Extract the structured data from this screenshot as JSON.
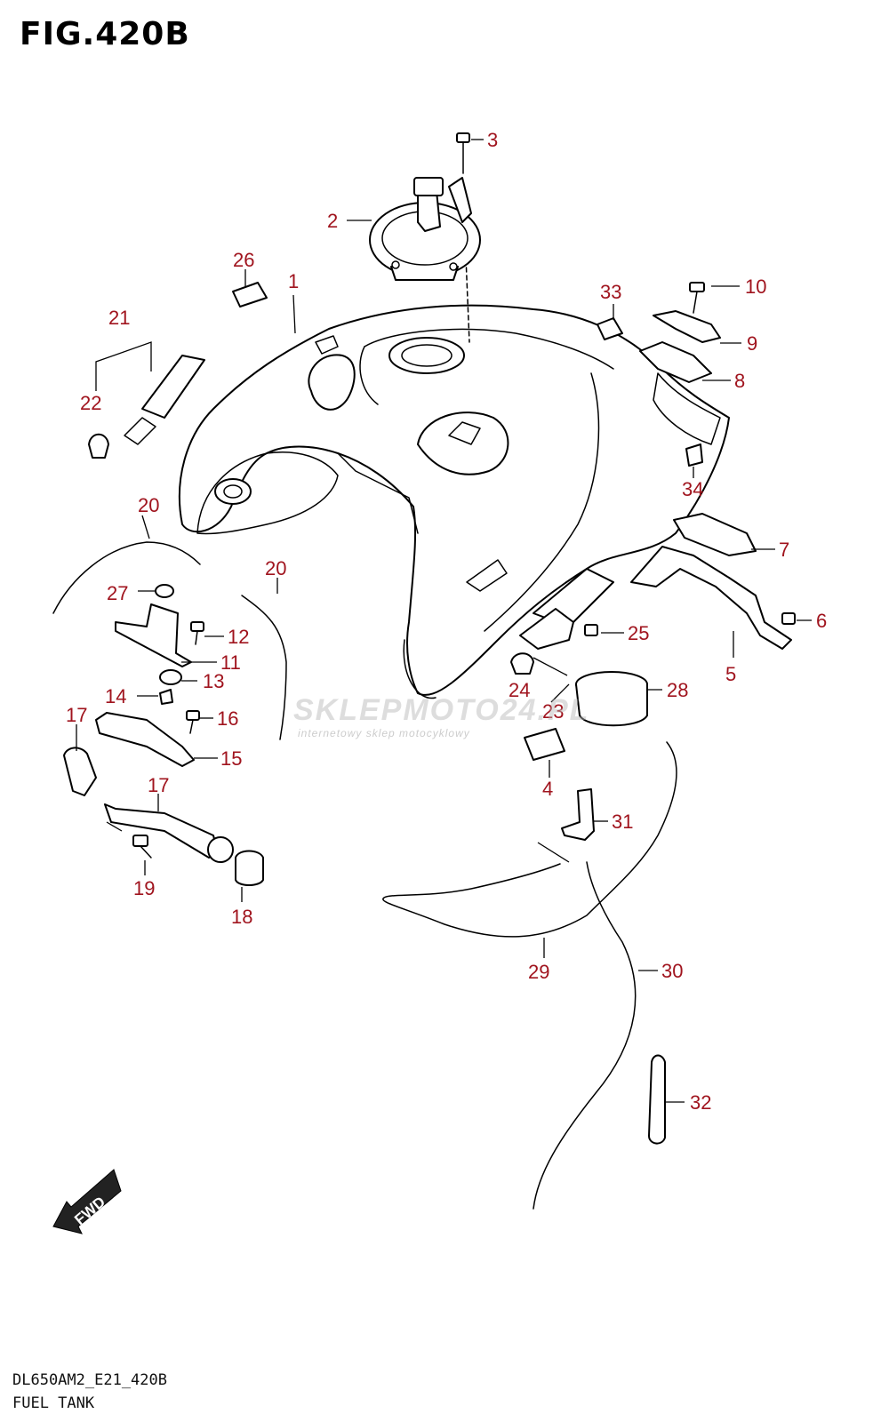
{
  "figure": {
    "title": "FIG.420B"
  },
  "footer": {
    "model_code": "DL650AM2_E21_420B",
    "section_name": "FUEL TANK"
  },
  "watermark": {
    "brand": "SKLEPMOTO24.PL",
    "tagline": "internetowy sklep motocyklowy"
  },
  "fwd_label": "FWD",
  "callouts": {
    "c1": "1",
    "c2": "2",
    "c3": "3",
    "c4": "4",
    "c5": "5",
    "c6": "6",
    "c7": "7",
    "c8": "8",
    "c9": "9",
    "c10": "10",
    "c11": "11",
    "c12": "12",
    "c13": "13",
    "c14": "14",
    "c15": "15",
    "c16": "16",
    "c17a": "17",
    "c17b": "17",
    "c18": "18",
    "c19": "19",
    "c20a": "20",
    "c20b": "20",
    "c21": "21",
    "c22": "22",
    "c23": "23",
    "c24": "24",
    "c25": "25",
    "c26": "26",
    "c27": "27",
    "c28": "28",
    "c29": "29",
    "c30": "30",
    "c31": "31",
    "c32": "32",
    "c33": "33",
    "c34": "34"
  },
  "colors": {
    "callout": "#a0141e",
    "line": "#000000",
    "background": "#ffffff"
  }
}
